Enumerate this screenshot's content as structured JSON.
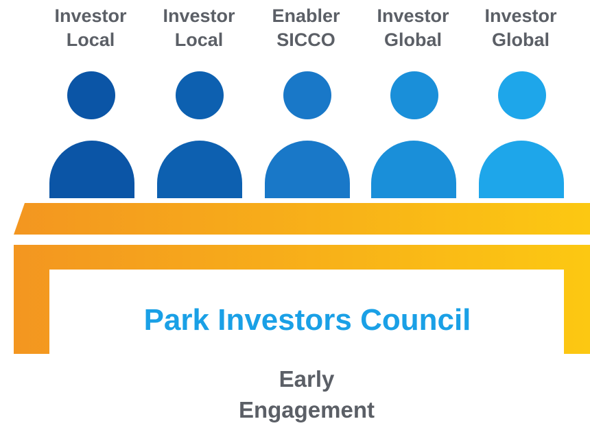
{
  "members": [
    {
      "line1": "Investor",
      "line2": "Local"
    },
    {
      "line1": "Investor",
      "line2": "Local"
    },
    {
      "line1": "Enabler",
      "line2": "SICCO"
    },
    {
      "line1": "Investor",
      "line2": "Global"
    },
    {
      "line1": "Investor",
      "line2": "Global"
    }
  ],
  "person_colors": [
    "#0b55a6",
    "#0d60b0",
    "#1978c8",
    "#1a8fd9",
    "#1ea6ea"
  ],
  "table_colors": {
    "start": "#f39620",
    "end": "#fcc812"
  },
  "council": {
    "title": "Park  Investors Council"
  },
  "footer": {
    "line1": "Early",
    "line2": "Engagement"
  }
}
